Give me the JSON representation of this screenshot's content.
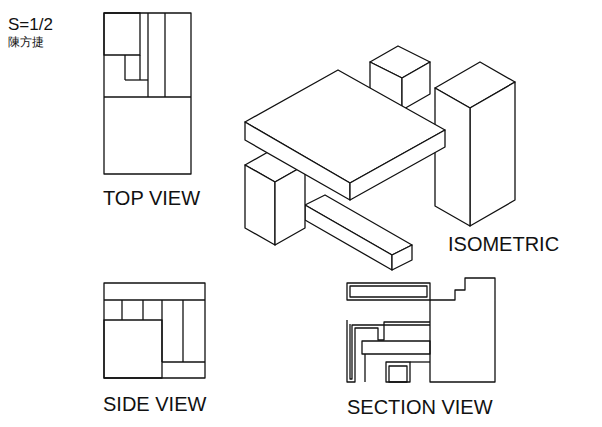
{
  "diagram": {
    "labels": [
      "S=1/2",
      "陳方捷",
      "TOP VIEW",
      "ISOMETRIC",
      "SIDE VIEW",
      "SECTION VIEW"
    ]
  }
}
